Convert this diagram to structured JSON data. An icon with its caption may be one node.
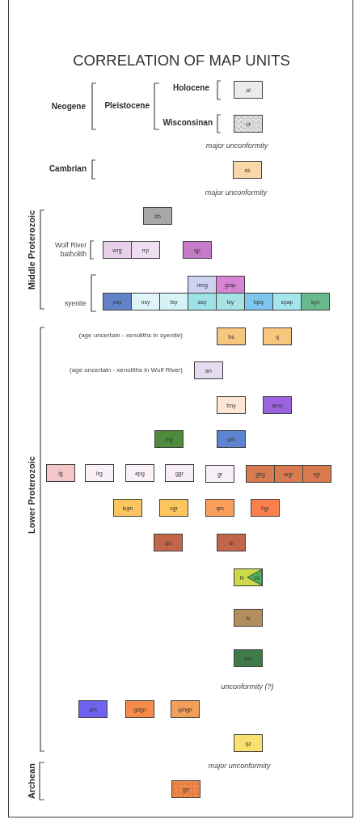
{
  "diagram": {
    "title": "CORRELATION OF MAP UNITS",
    "nodes": [
      {
        "text": [
          "al"
        ]
      },
      {
        "text": [
          "ot"
        ]
      },
      {
        "text": [
          "ss"
        ]
      },
      {
        "text": [
          "db"
        ]
      },
      {
        "text": [
          "wrg"
        ]
      },
      {
        "text": [
          "rrp"
        ]
      },
      {
        "text": [
          "qp"
        ]
      },
      {
        "text": [
          "nmg"
        ]
      },
      {
        "text": [
          "grap"
        ]
      },
      {
        "text": [
          "psy"
        ]
      },
      {
        "text": [
          "nsy"
        ]
      },
      {
        "text": [
          "tsy"
        ]
      },
      {
        "text": [
          "asy"
        ]
      },
      {
        "text": [
          "lsy"
        ]
      },
      {
        "text": [
          "lqsy"
        ]
      },
      {
        "text": [
          "syap"
        ]
      },
      {
        "text": [
          "syv"
        ]
      },
      {
        "text": [
          "bs"
        ]
      },
      {
        "text": [
          "q"
        ]
      },
      {
        "text": [
          "an"
        ]
      },
      {
        "text": [
          "fmy"
        ]
      },
      {
        "text": [
          "amp"
        ]
      },
      {
        "text": [
          "mg"
        ]
      },
      {
        "text": [
          "um"
        ]
      },
      {
        "text": [
          "lg"
        ]
      },
      {
        "text": [
          "lrg"
        ]
      },
      {
        "text": [
          "epg"
        ]
      },
      {
        "text": [
          "ggr"
        ]
      },
      {
        "text": [
          "gr"
        ]
      },
      {
        "text": [
          "ghg"
        ]
      },
      {
        "text": [
          "wgr"
        ]
      },
      {
        "text": [
          "rgr"
        ]
      },
      {
        "text": [
          "kqm"
        ]
      },
      {
        "text": [
          "cgr"
        ]
      },
      {
        "text": [
          "qm"
        ]
      },
      {
        "text": [
          "hgr"
        ]
      },
      {
        "text": [
          "qd"
        ]
      },
      {
        "text": [
          "di"
        ]
      },
      {
        "text": [
          "fv"
        ]
      },
      {
        "text": [
          "vs"
        ],
        "in": 38
      },
      {
        "text": [
          "iv"
        ]
      },
      {
        "text": [
          "mv"
        ]
      },
      {
        "text": [
          "am"
        ]
      },
      {
        "text": [
          "gdgn"
        ]
      },
      {
        "text": [
          "qmgn"
        ]
      },
      {
        "text": [
          "qz"
        ]
      },
      {
        "text": [
          "gn"
        ]
      }
    ],
    "labels": [
      "Neogene",
      "Pleistocene",
      "Holocene",
      "Wisconsinan",
      "major unconformity",
      "Cambrian",
      "major unconformity",
      "Middle Proterozoic",
      "Wolf River batholith",
      "syenite",
      "Lower Proterozoic",
      "(age uncertain - xenoliths in syenite)",
      "(age uncertain - xenoliths in Wolf River)",
      "unconformity (?)",
      "major unconformity",
      "Archean"
    ]
  }
}
